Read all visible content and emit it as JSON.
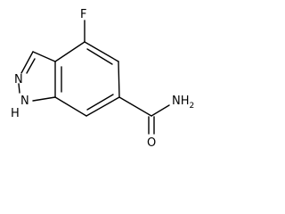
{
  "molecule": {
    "atoms": {
      "fluorine": "F",
      "pyrazole_n": "N",
      "pyrazole_nh_n": "N",
      "pyrazole_nh_h": "H",
      "amide_o": "O",
      "amide_nh2": "NH",
      "amide_nh2_sub": "2"
    },
    "colors": {
      "bond": "#000000",
      "label": "#000000",
      "background": "#ffffff"
    }
  }
}
